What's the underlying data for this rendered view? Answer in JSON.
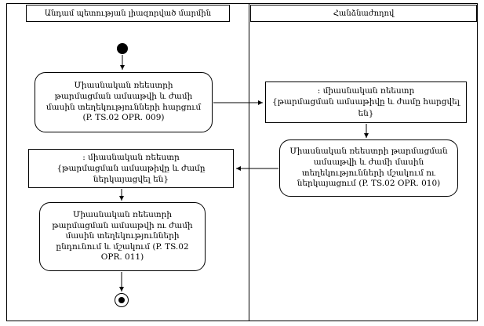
{
  "lanes": [
    {
      "label": "Անդամ պետության լիազորված մարմին"
    },
    {
      "label": "Հանձնաժողով"
    }
  ],
  "nodes": {
    "request_activity": {
      "label": "Միասնական ռեեստրի թարմացման ամսաթվի և ժամի մասին տեղեկությունների հարցում (P. TS.02 OPR. 009)"
    },
    "register_requested_object": {
      "title": ": միասնական ռեեստր",
      "state": "{թարմացման ամսաթիվը և ժամը հարցվել են}"
    },
    "process_present_activity": {
      "label": "Միասնական ռեեստրի թարմացման ամսաթվի և ժամի մասին տեղեկությունների մշակում ու ներկայացում (P. TS.02 OPR. 010)"
    },
    "register_presented_object": {
      "title": ": միասնական ռեեստր",
      "state": "{թարմացման ամսաթիվը և ժամը ներկայացվել են}"
    },
    "receive_process_activity": {
      "label": "Միասնական ռեեստրի թարմացման ամսաթվի ու ժամի մասին տեղեկությունների ընդունում և մշակում (P. TS.02 OPR. 011)"
    }
  }
}
